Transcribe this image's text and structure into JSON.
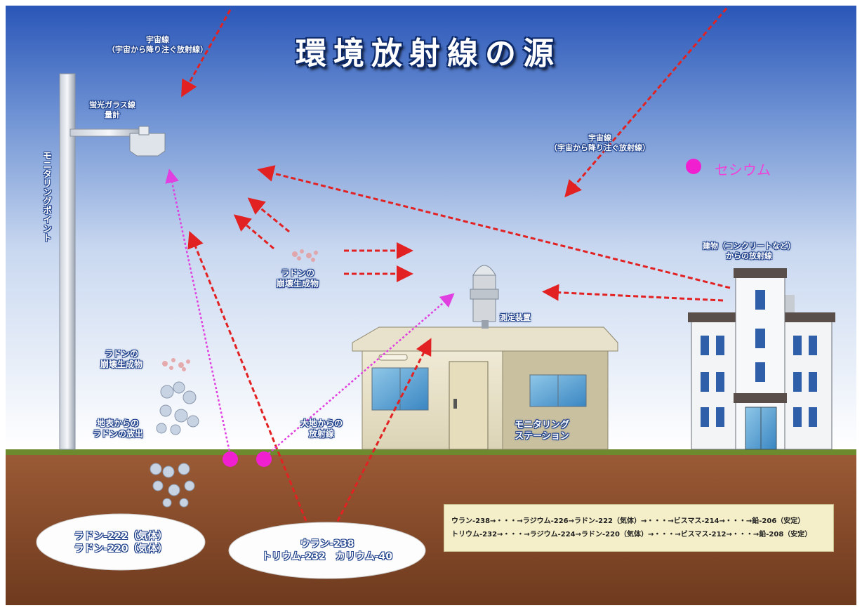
{
  "title": "環境放射線の源",
  "labels": {
    "cosmic_top_1": "宇宙線",
    "cosmic_top_2": "（宇宙から降り注ぐ放射線）",
    "cosmic_right_1": "宇宙線",
    "cosmic_right_2": "（宇宙から降り注ぐ放射線）",
    "detector_1": "蛍光ガラス線",
    "detector_2": "量計",
    "pole": "モニタリングポイント",
    "radon_air_1": "ラドンの",
    "radon_air_2": "崩壊生成物",
    "radon_left_1": "ラドンの",
    "radon_left_2": "崩壊生成物",
    "radon_ground_1": "地表からの",
    "radon_ground_2": "ラドンの放出",
    "from_ground_1": "大地からの",
    "from_ground_2": "放射線",
    "station_1": "モニタリング",
    "station_2": "ステーション",
    "detector_station": "測定装置",
    "building_1": "建物（コンクリートなど）",
    "building_2": "からの放射線",
    "cesium": "セシウム"
  },
  "ovals": {
    "left_1": "ラドン-222（気体）",
    "left_2": "ラドン-220（気体）",
    "center_1": "ウラン-238",
    "center_2": "トリウム-232　カリウム-40"
  },
  "decay_chains": {
    "uranium": "ウラン-238→・・・→ラジウム-226→ラドン-222（気体）→・・・→ビスマス-214→・・・→鉛-206（安定）",
    "thorium": "トリウム-232→・・・→ラジウム-224→ラドン-220（気体）→・・・→ビスマス-212→・・・→鉛-208（安定）"
  },
  "colors": {
    "sky_top": "#2a56b8",
    "sky_bottom": "#ffffff",
    "soil": "#8a4b2a",
    "grass": "#6e8a2e",
    "red_arrow": "#e22222",
    "magenta_arrow": "#e040e0",
    "cesium": "#f020d0"
  }
}
